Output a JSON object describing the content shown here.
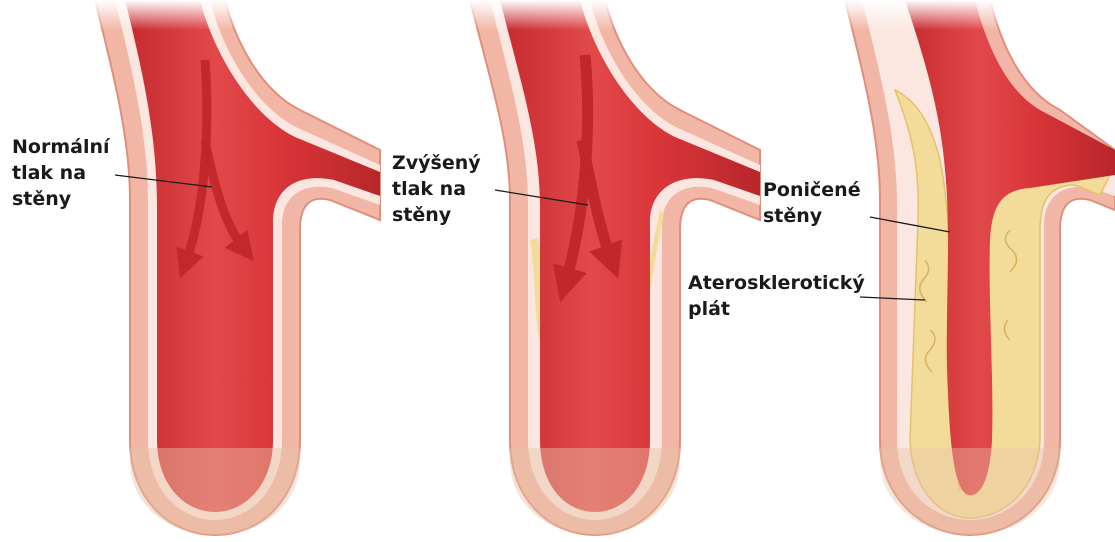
{
  "panels": [
    {
      "id": "normal",
      "label_lines": [
        "Normální",
        "tlak na",
        "stěny"
      ]
    },
    {
      "id": "raised",
      "label_lines": [
        "Zvýšený",
        "tlak na",
        "stěny"
      ]
    },
    {
      "id": "damaged",
      "label_lines": [
        "Poničené",
        "stěny"
      ]
    }
  ],
  "plaque_label_lines": [
    "Aterosklerotický",
    "plát"
  ],
  "colors": {
    "outer_wall": "#f2b6a6",
    "wall_line": "#e08f7c",
    "inner_lining": "#fbe7e0",
    "blood": "#d9363a",
    "blood_dark": "#c42a2e",
    "blood_highlight": "#ec6a66",
    "arrow": "#c0262a",
    "plaque": "#f3dc9a",
    "plaque_dark": "#e2c26a",
    "leader_line": "#1a1a1a",
    "cutaway_tint": "#e6c4a8"
  }
}
